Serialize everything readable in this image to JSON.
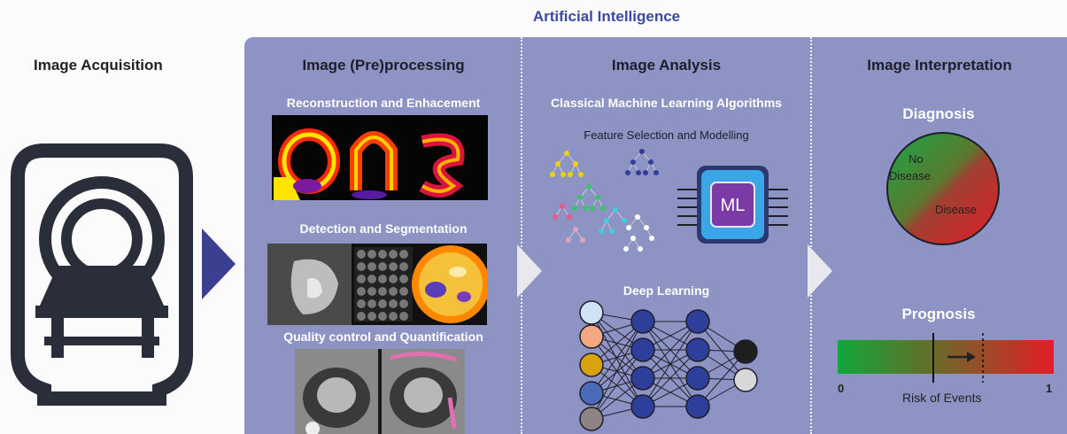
{
  "header": {
    "title": "Artificial Intelligence"
  },
  "acquisition": {
    "title": "Image Acquisition"
  },
  "preprocessing": {
    "title": "Image (Pre)processing",
    "steps": [
      {
        "label": "Reconstruction and Enhacement"
      },
      {
        "label": "Detection and Segmentation"
      },
      {
        "label": "Quality control and Quantification"
      }
    ]
  },
  "analysis": {
    "title": "Image Analysis",
    "classical_title": "Classical Machine Learning Algorithms",
    "feature_label": "Feature Selection and Modelling",
    "chip_label": "ML",
    "deep_title": "Deep Learning"
  },
  "interpretation": {
    "title": "Image Interpretation",
    "diagnosis": {
      "title": "Diagnosis",
      "no_disease_line1": "No",
      "no_disease_line2": "Disease",
      "disease_label": "Disease"
    },
    "prognosis": {
      "title": "Prognosis",
      "scale_min": "0",
      "scale_max": "1",
      "axis_label": "Risk of Events"
    }
  },
  "colors": {
    "panel": "#8d93c3",
    "title_blue": "#3b4aa0",
    "arrow": "#3b3f8f",
    "node": "#2e3f9b",
    "green": "#1aa646",
    "red": "#d8212a"
  }
}
